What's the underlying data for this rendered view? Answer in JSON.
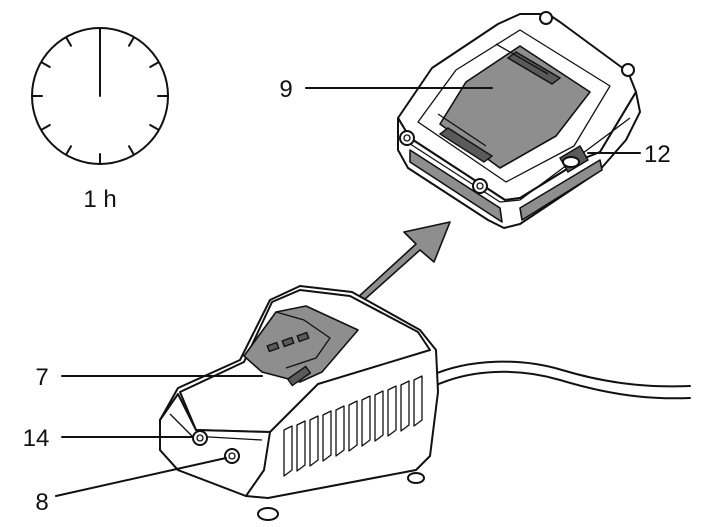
{
  "timer": {
    "label": "1 h"
  },
  "callouts": {
    "battery": "9",
    "release_button": "12",
    "charger_slot": "7",
    "indicator_led_14": "14",
    "indicator_led_8": "8"
  },
  "icons": {
    "clock": "clock-icon",
    "arrow": "double-arrow-icon"
  }
}
